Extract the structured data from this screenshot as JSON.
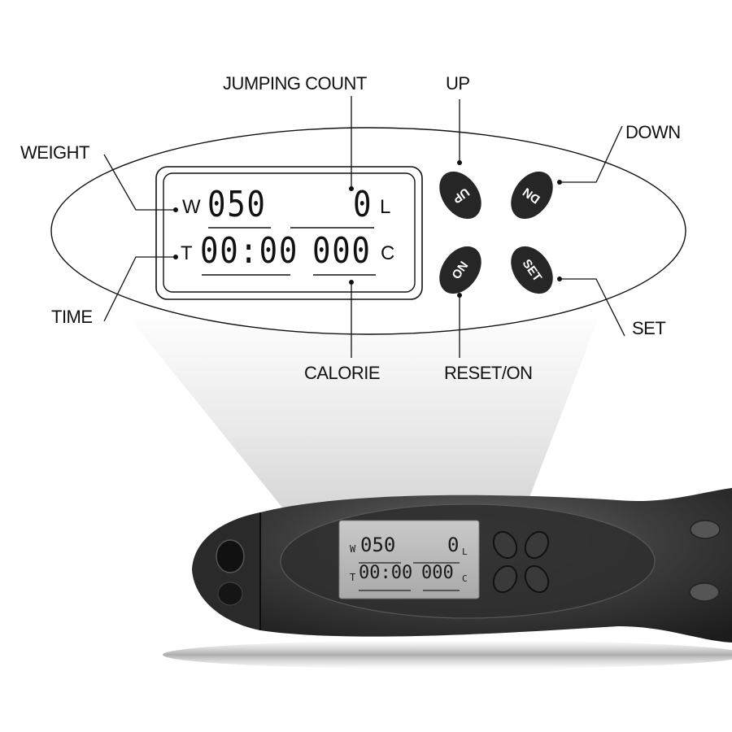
{
  "callouts": {
    "jumping_count": "JUMPING COUNT",
    "up": "UP",
    "down": "DOWN",
    "weight": "WEIGHT",
    "time": "TIME",
    "calorie": "CALORIE",
    "reset_on": "RESET/ON",
    "set": "SET"
  },
  "display": {
    "weight_prefix": "W",
    "weight_value": "050",
    "count_value": "0",
    "count_suffix": "L",
    "time_prefix": "T",
    "time_value": "00:00",
    "calorie_value": "000",
    "calorie_suffix": "C"
  },
  "buttons": {
    "up": "UP",
    "down": "DN",
    "on": "ON",
    "set": "SET"
  },
  "colors": {
    "button_fill": "#262626",
    "handle_body": "#3a3a3a",
    "lcd_screen": "#b9b9b9"
  }
}
